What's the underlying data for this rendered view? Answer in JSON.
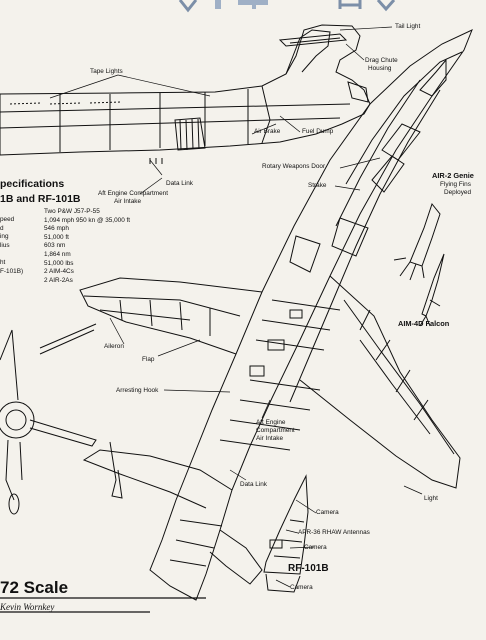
{
  "callouts": {
    "tail_light": "Tail Light",
    "drag_chute": [
      "Drag Chute",
      "Housing"
    ],
    "tape_lights": "Tape Lights",
    "air_brake": "Air Brake",
    "fuel_dump": "Fuel Dump",
    "rotary_weapons_door": "Rotary Weapons Door",
    "strake": "Strake",
    "aft_engine_top": [
      "Aft Engine Compartment",
      "Air Intake"
    ],
    "data_link_top": "Data Link",
    "air2": [
      "AIR-2 Genie",
      "Flying Fins",
      "Deployed"
    ],
    "aim4d": "AIM-4D Falcon",
    "aileron": "Aileron",
    "flap": "Flap",
    "arresting_hook": "Arresting Hook",
    "aft_engine_bottom": [
      "Aft Engine",
      "Compartment",
      "Air Intake"
    ],
    "data_link_bottom": "Data Link",
    "light": "Light",
    "camera_1": "Camera",
    "apr36": "APR-36 RHAW Antennas",
    "camera_2": "Camera",
    "camera_3": "Camera"
  },
  "specs": {
    "heading_1": "pecifications",
    "heading_2": "1B and RF-101B",
    "labels": [
      "peed",
      "d",
      "ing",
      "lius",
      "",
      "ht",
      "F-101B)"
    ],
    "values": [
      "Two P&W J57-P-55",
      "1,094 mph 950 kn @ 35,000 ft",
      "546 mph",
      "51,000 ft",
      "603 nm",
      "1,864 nm",
      "51,000 lbs",
      "2 AIM-4Cs",
      "2 AIR-2As"
    ]
  },
  "rf101b_label": "RF-101B",
  "scale_label": "72 Scale",
  "artist": "Kevin Wornkey"
}
